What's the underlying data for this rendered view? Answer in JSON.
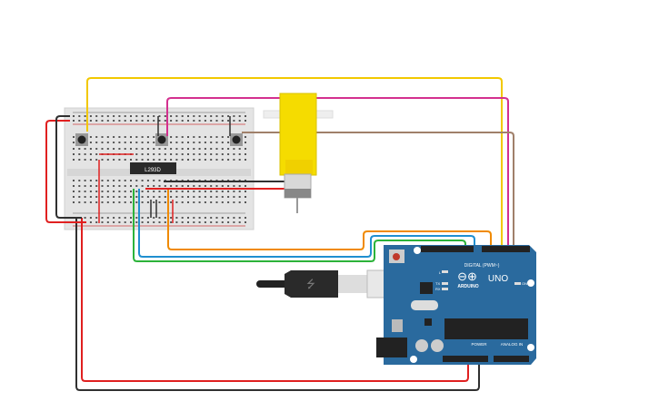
{
  "chip": {
    "label": "L293D"
  },
  "arduino": {
    "brand": "ARDUINO",
    "model": "UNO",
    "digital_label": "DIGITAL (PWM~)",
    "power_label": "POWER",
    "analog_label": "ANALOG IN",
    "tx_label": "TX",
    "rx_label": "RX",
    "l_label": "L",
    "on_label": "ON"
  },
  "colors": {
    "wire_yellow": "#f2c800",
    "wire_magenta": "#d3308f",
    "wire_brown": "#a0806a",
    "wire_orange": "#f08a00",
    "wire_blue": "#1f8fd0",
    "wire_green": "#2cb33a",
    "wire_red": "#e02020",
    "wire_black": "#303030",
    "arduino_board": "#2a6a9e",
    "motor_body": "#f5dc00"
  },
  "icons": {
    "usb": "usb-icon",
    "arduino_logo": "infinity-logo-icon"
  }
}
